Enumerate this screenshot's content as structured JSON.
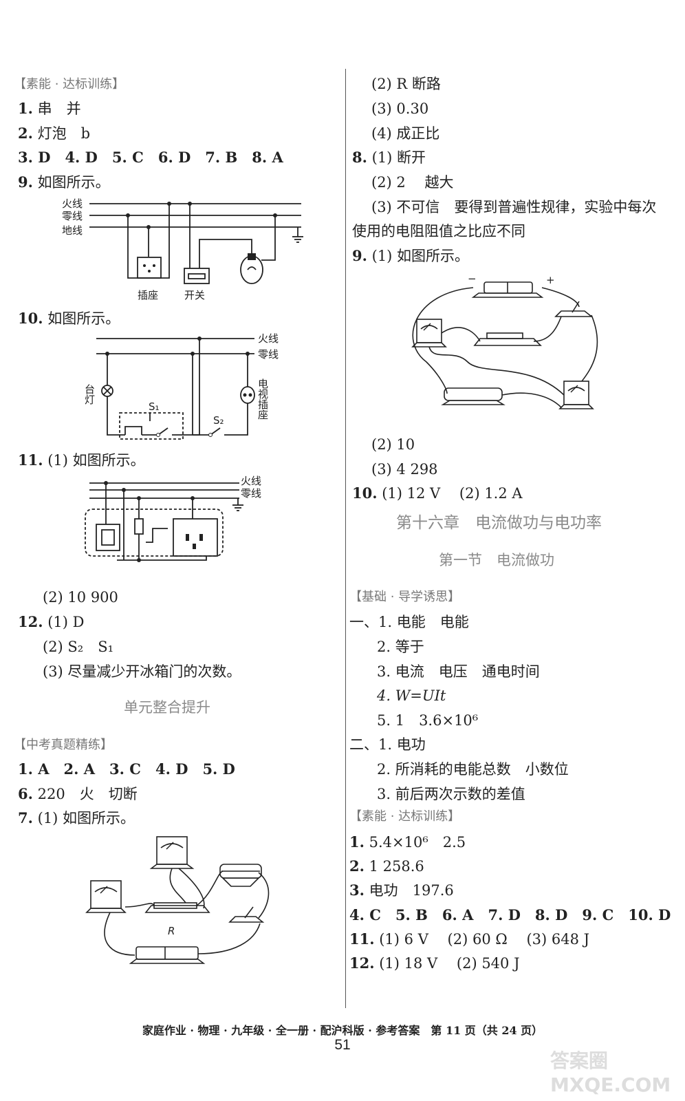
{
  "left": {
    "sec_train": "【素能 · 达标训练】",
    "q1": {
      "n": "1.",
      "t": "串　并"
    },
    "q2": {
      "n": "2.",
      "t": "灯泡　b"
    },
    "q3": {
      "t": "3. D　4. D　5. C　6. D　7. B　8. A"
    },
    "q9": {
      "n": "9.",
      "t": "如图所示。"
    },
    "q10": {
      "n": "10.",
      "t": "如图所示。"
    },
    "q11": {
      "n": "11.",
      "t": "(1) 如图所示。",
      "p2": "(2) 10 900"
    },
    "q12": {
      "n": "12.",
      "p1": "(1) D",
      "p2": "(2) S₂　S₁",
      "p3": "(3) 尽量减少开冰箱门的次数。"
    },
    "unit_title": "单元整合提升",
    "sec_zk": "【中考真题精练】",
    "z1": {
      "t": "1. A　2. A　3. C　4. D　5. D"
    },
    "z6": {
      "n": "6.",
      "t": "220　火　切断"
    },
    "z7": {
      "n": "7.",
      "t": "(1) 如图所示。"
    }
  },
  "right": {
    "r1": "(2) R 断路",
    "r2": "(3) 0.30",
    "r3": "(4) 成正比",
    "q8": {
      "n": "8.",
      "p1": "(1) 断开",
      "p2": "(2) 2　 越大",
      "p3": "(3) 不可信　要得到普遍性规律，实验中每次",
      "p4": "使用的电阻阻值之比应不同"
    },
    "q9": {
      "n": "9.",
      "p1": "(1) 如图所示。",
      "p2": "(2) 10",
      "p3": "(3) 4 298"
    },
    "q10": {
      "n": "10.",
      "t": "(1) 12 V　 (2) 1.2 A"
    },
    "chapter": "第十六章　电流做功与电功率",
    "section": "第一节　电流做功",
    "sec_basic": "【基础 · 导学诱思】",
    "b_1_1": "一、1. 电能　电能",
    "b_1_2": "2. 等于",
    "b_1_3": "3. 电流　电压　通电时间",
    "b_1_4": "4. W=UIt",
    "b_1_5": "5. 1　3.6×10⁶",
    "b_2_1": "二、1. 电功",
    "b_2_2": "2. 所消耗的电能总数　小数位",
    "b_2_3": "3. 前后两次示数的差值",
    "sec_train2": "【素能 · 达标训练】",
    "t1": {
      "n": "1.",
      "t": "5.4×10⁶　2.5"
    },
    "t2": {
      "n": "2.",
      "t": "1 258.6"
    },
    "t3": {
      "n": "3.",
      "t": "电功　197.6"
    },
    "t4": "4. C　5. B　6. A　7. D　8. D　9. C　10. D",
    "t11": {
      "n": "11.",
      "t": "(1) 6 V　 (2) 60 Ω　 (3) 648 J"
    },
    "t12": {
      "n": "12.",
      "t": "(1) 18 V　 (2) 540 J"
    }
  },
  "fig9_labels": {
    "fire": "火线",
    "zero": "零线",
    "earth": "地线",
    "socket": "插座",
    "switch": "开关"
  },
  "fig10_labels": {
    "fire": "火线",
    "zero": "零线",
    "lamp": "台灯",
    "tv": "电视插座",
    "s1": "S₁",
    "s2": "S₂"
  },
  "fig11_labels": {
    "fire": "火线",
    "zero": "零线"
  },
  "fig7_labels": {
    "r": "R"
  },
  "footer": "家庭作业 · 物理 · 九年级 · 全一册 · 配沪科版 · 参考答案　第 11 页（共 24 页）",
  "page_number": "51",
  "watermark": "答案圈 MXQE.COM"
}
